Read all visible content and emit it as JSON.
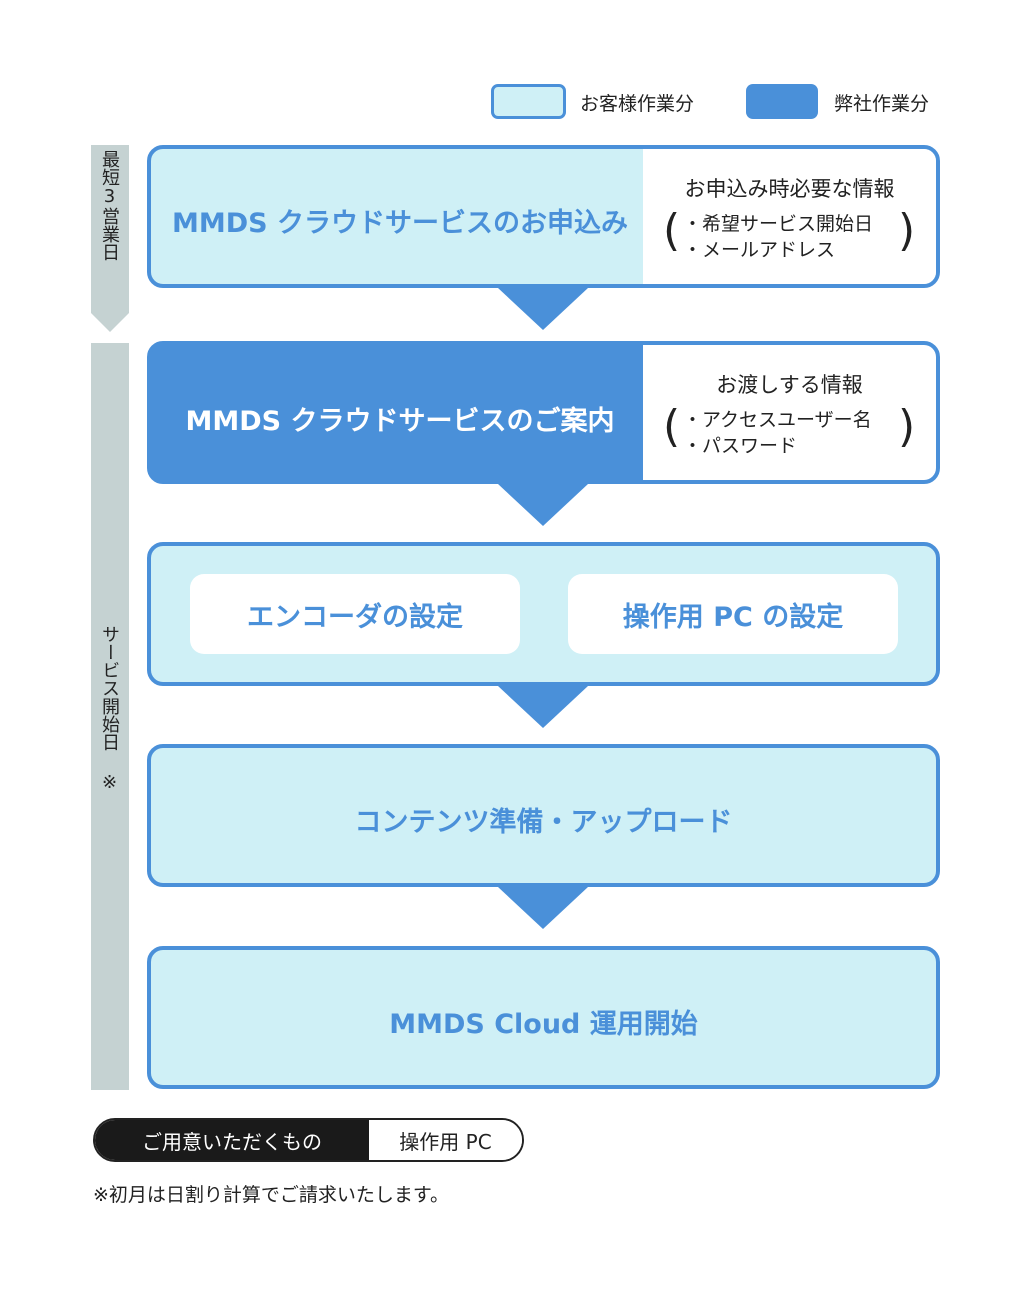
{
  "legend": {
    "customer_label": "お客様作業分",
    "company_label": "弊社作業分",
    "customer_color": "#cff0f6",
    "company_color": "#4a90d9"
  },
  "side_labels": {
    "first": "最短3営業日",
    "second": "サービス開始日 ※"
  },
  "steps": [
    {
      "title": "MMDS クラウドサービスのお申込み",
      "owner": "customer",
      "info_head": "お申込み時必要な情報",
      "info_items": [
        "・希望サービス開始日",
        "・メールアドレス"
      ]
    },
    {
      "title": "MMDS クラウドサービスのご案内",
      "owner": "company",
      "info_head": "お渡しする情報",
      "info_items": [
        "・アクセスユーザー名",
        "・パスワード"
      ]
    },
    {
      "owner": "customer",
      "cards": [
        "エンコーダの設定",
        "操作用 PC の設定"
      ]
    },
    {
      "title": "コンテンツ準備・アップロード",
      "owner": "customer"
    },
    {
      "title": "MMDS Cloud 運用開始",
      "owner": "customer"
    }
  ],
  "requirements": {
    "label": "ご用意いただくもの",
    "value": "操作用 PC"
  },
  "footnote": "※初月は日割り計算でご請求いたします。"
}
